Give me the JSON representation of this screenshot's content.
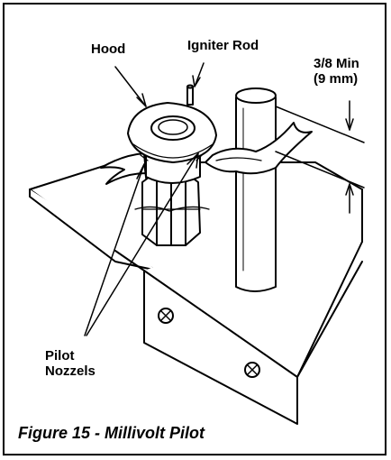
{
  "labels": {
    "hood": "Hood",
    "igniter_rod": "Igniter Rod",
    "clearance_line1": "3/8  Min",
    "clearance_line2": "(9 mm)",
    "pilot_line1": "Pilot",
    "pilot_line2": "Nozzels"
  },
  "caption": "Figure 15 - Millivolt Pilot",
  "colors": {
    "line": "#000000",
    "background": "#ffffff"
  }
}
